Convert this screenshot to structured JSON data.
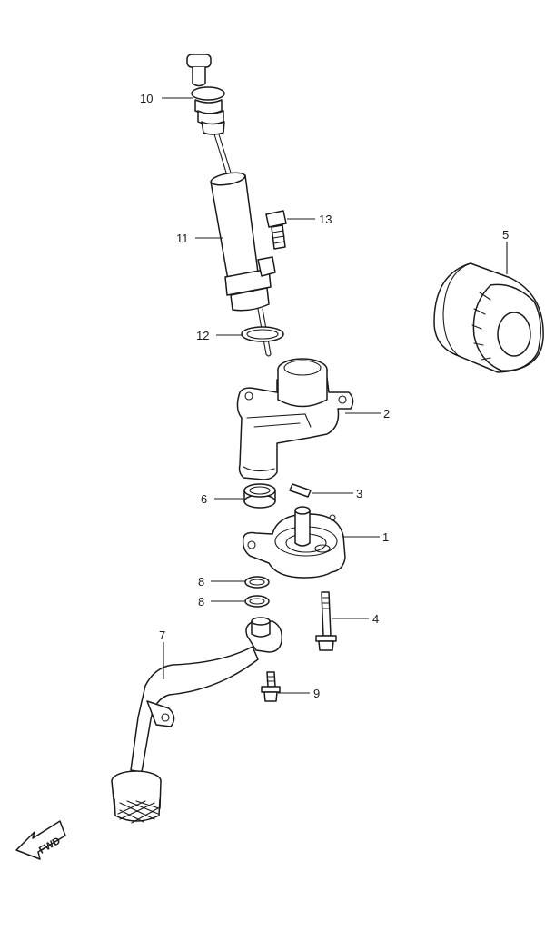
{
  "callouts": [
    {
      "id": "c10",
      "label": "10"
    },
    {
      "id": "c11",
      "label": "11"
    },
    {
      "id": "c12",
      "label": "12"
    },
    {
      "id": "c13",
      "label": "13"
    },
    {
      "id": "c5",
      "label": "5"
    },
    {
      "id": "c2",
      "label": "2"
    },
    {
      "id": "c3",
      "label": "3"
    },
    {
      "id": "c6",
      "label": "6"
    },
    {
      "id": "c1",
      "label": "1"
    },
    {
      "id": "c8a",
      "label": "8"
    },
    {
      "id": "c8b",
      "label": "8"
    },
    {
      "id": "c4",
      "label": "4"
    },
    {
      "id": "c7",
      "label": "7"
    },
    {
      "id": "c9",
      "label": "9"
    }
  ],
  "direction_badge": {
    "label": "FWD"
  },
  "colors": {
    "line": "#1a1a1a",
    "background": "#ffffff"
  }
}
